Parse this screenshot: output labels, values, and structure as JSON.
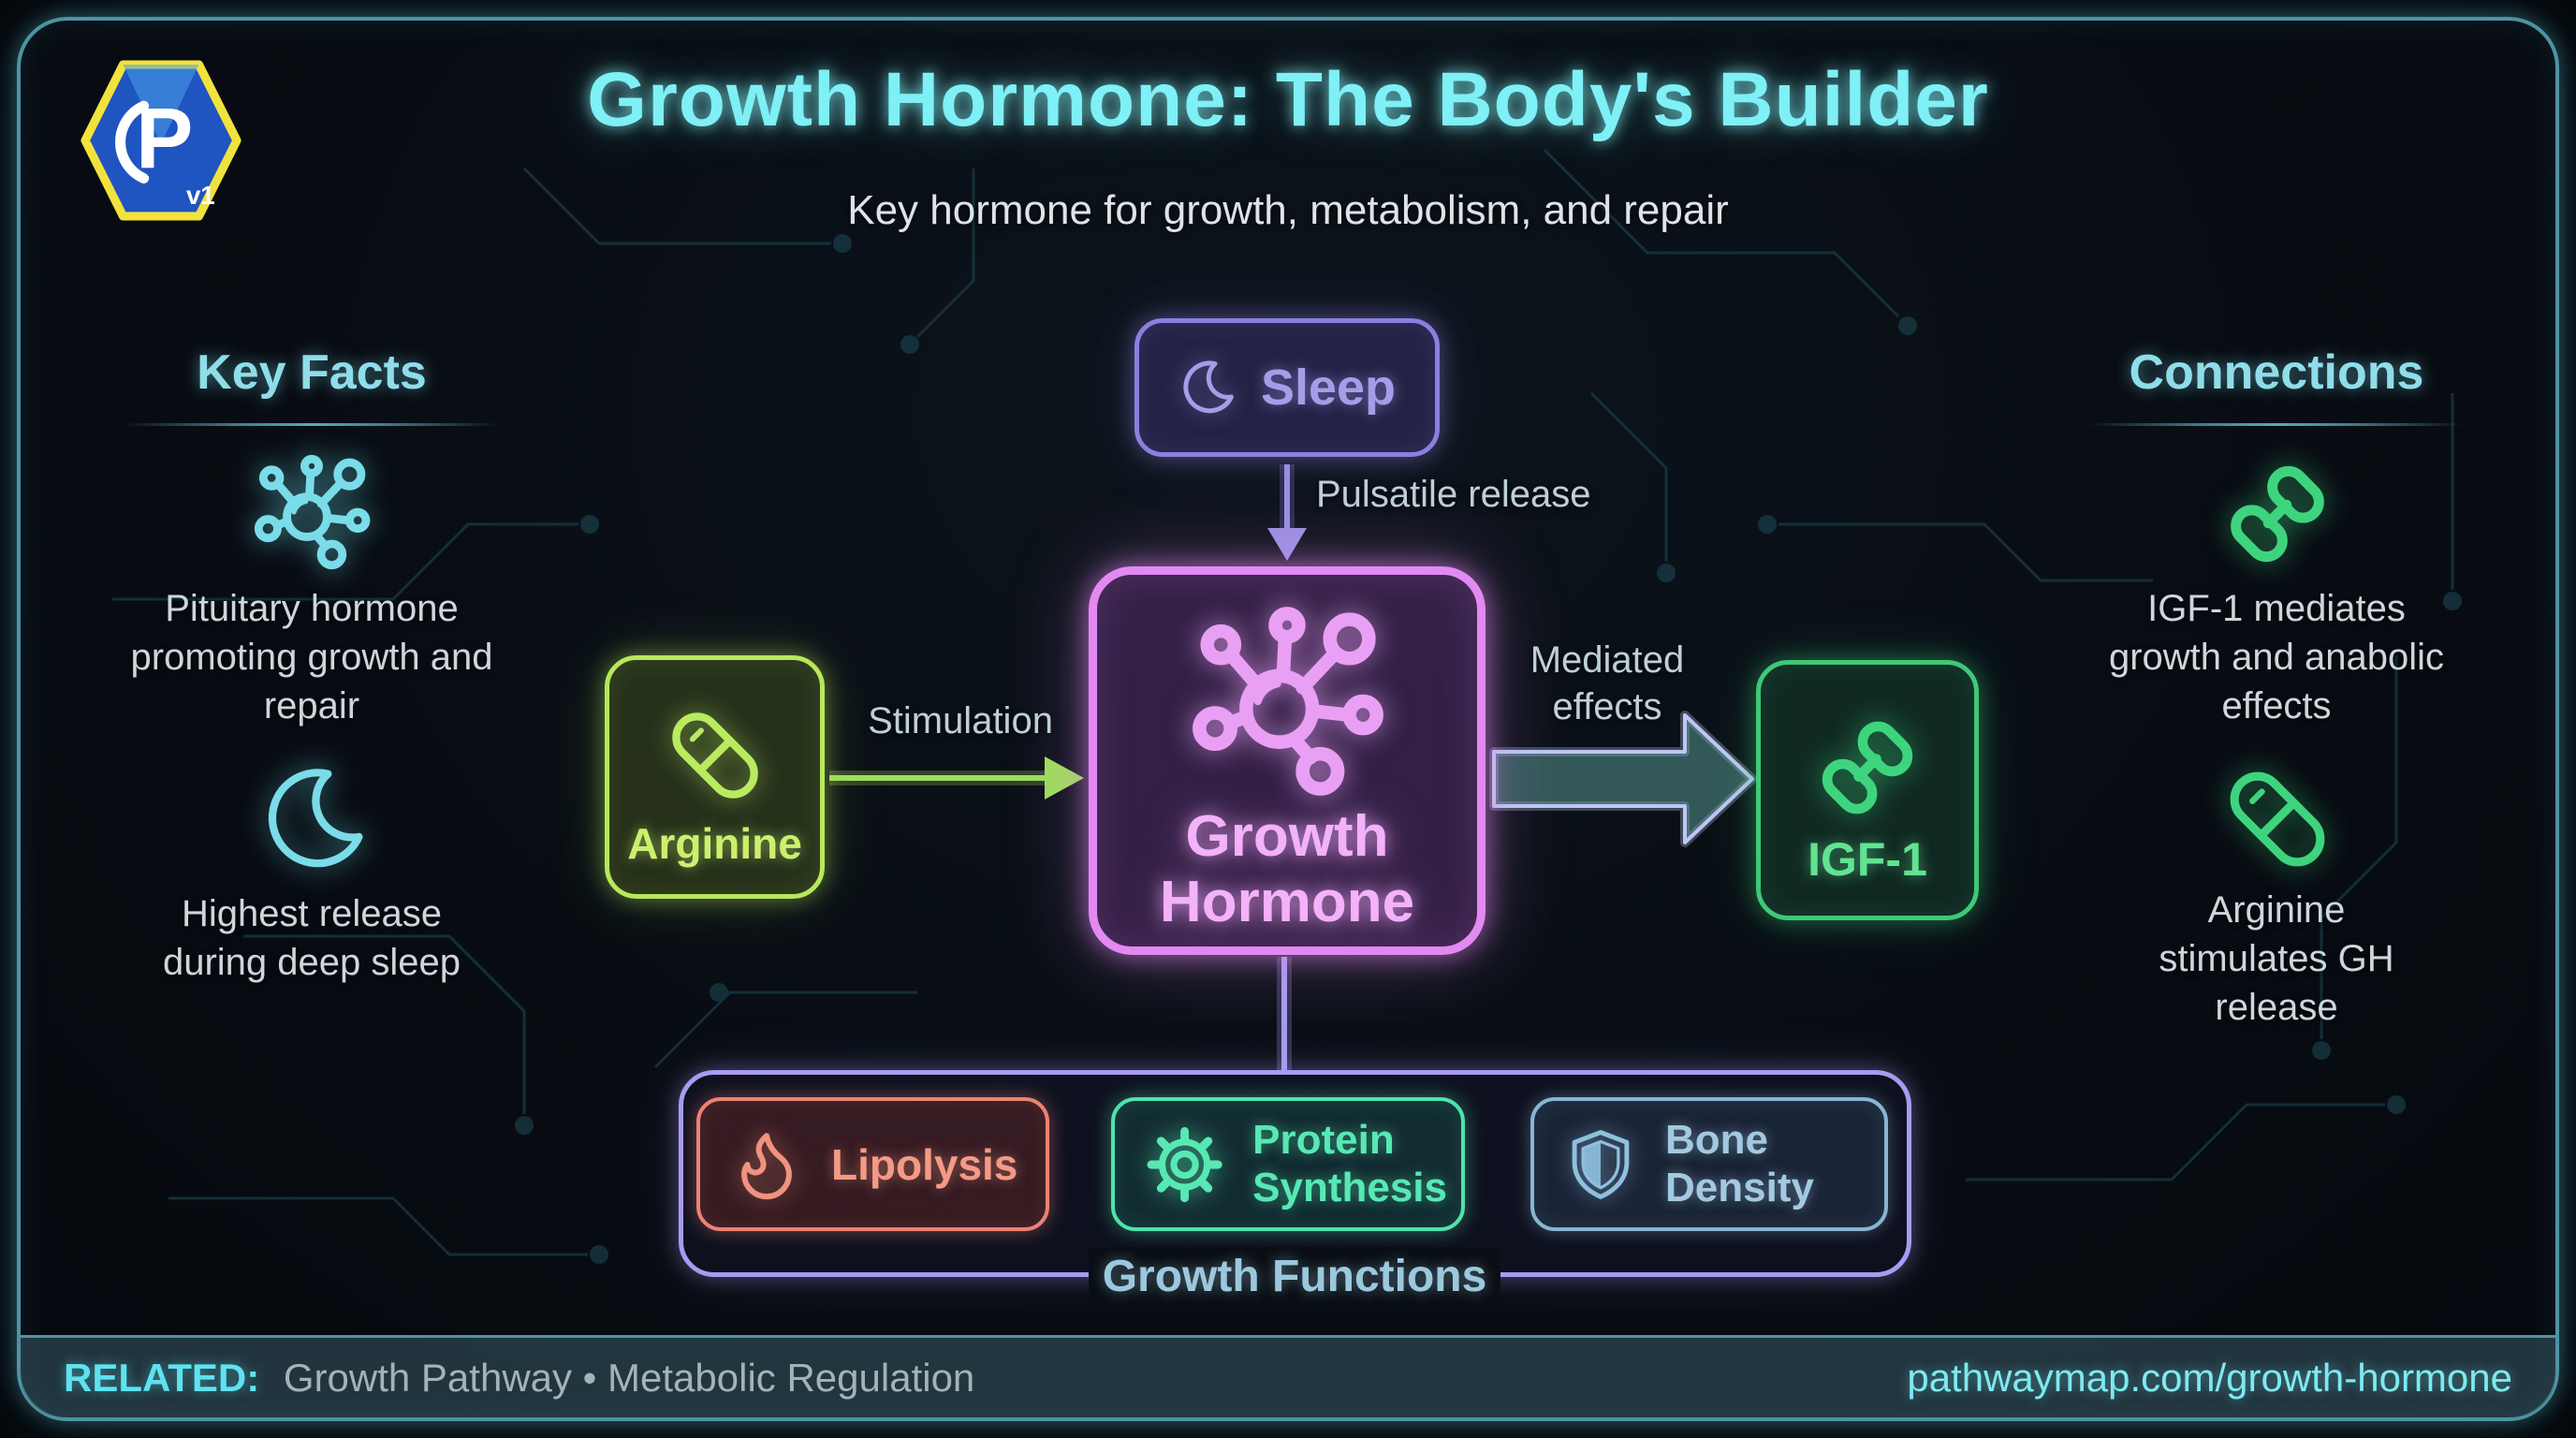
{
  "meta": {
    "title": "Growth Hormone: The Body's Builder",
    "subtitle": "Key hormone for growth, metabolism, and repair",
    "logo_letter": "P",
    "logo_version": "v1"
  },
  "key_facts": {
    "heading": "Key Facts",
    "items": [
      {
        "icon": "hormone-molecule-icon",
        "text": "Pituitary hormone promoting growth and repair"
      },
      {
        "icon": "moon-icon",
        "text": "Highest release during deep sleep"
      }
    ]
  },
  "connections": {
    "heading": "Connections",
    "items": [
      {
        "icon": "chain-link-icon",
        "text": "IGF-1 mediates growth and anabolic effects"
      },
      {
        "icon": "pill-icon",
        "text": "Arginine stimulates GH release"
      }
    ]
  },
  "diagram": {
    "sleep": {
      "label": "Sleep",
      "icon": "moon-icon"
    },
    "growth_hormone": {
      "label": "Growth Hormone",
      "icon": "hormone-molecule-icon"
    },
    "arginine": {
      "label": "Arginine",
      "icon": "pill-icon"
    },
    "igf1": {
      "label": "IGF-1",
      "icon": "chain-link-icon"
    },
    "edges": {
      "sleep_to_gh": "Pulsatile release",
      "arginine_to_gh": "Stimulation",
      "gh_to_igf1": "Mediated effects"
    },
    "functions_group": {
      "label": "Growth Functions",
      "items": [
        {
          "icon": "flame-icon",
          "label": "Lipolysis"
        },
        {
          "icon": "gear-icon",
          "label": "Protein Synthesis"
        },
        {
          "icon": "shield-icon",
          "label": "Bone Density"
        }
      ]
    }
  },
  "footer": {
    "related_label": "RELATED:",
    "related_items": "Growth Pathway • Metabolic Regulation",
    "url": "pathwaymap.com/growth-hormone"
  },
  "colors": {
    "background": "#080d13",
    "frame_teal": "#4e93a2",
    "title_cyan": "#7ff0f5",
    "heading_cyan": "#8fdde8",
    "body_text": "#ced6dc",
    "sleep_purple": "#8b80dd",
    "gh_pink": "#e289f2",
    "arginine_lime": "#b7e85c",
    "igf_green": "#3fc878",
    "lipolysis_salmon": "#ed8273",
    "protein_teal": "#4fe4ad",
    "bone_steel": "#87b6d2",
    "container_purple": "#a89bf2",
    "footer_cyan": "#5fe2ef",
    "circuit_trace": "#1d4b56"
  }
}
